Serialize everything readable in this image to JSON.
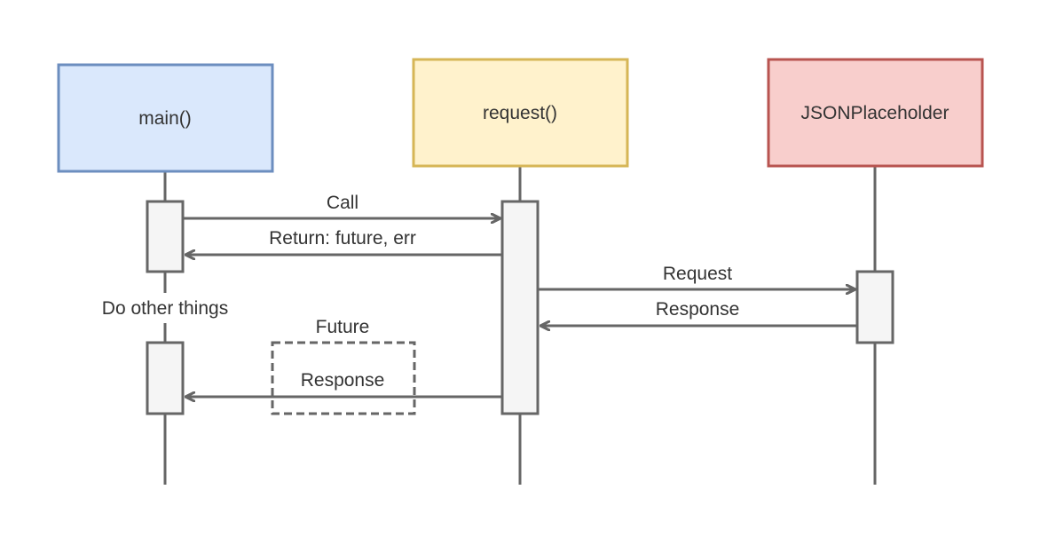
{
  "participants": [
    {
      "label": "main()",
      "fill": "#dae8fc",
      "stroke": "#6c8ebf"
    },
    {
      "label": "request()",
      "fill": "#fff2cc",
      "stroke": "#d6b656"
    },
    {
      "label": "JSONPlaceholder",
      "fill": "#f8cecc",
      "stroke": "#b85450"
    }
  ],
  "messages": {
    "call": "Call",
    "return": "Return: future, err",
    "request": "Request",
    "response": "Response",
    "future_response": "Response"
  },
  "notes": {
    "do_other_things": "Do other things",
    "future": "Future"
  },
  "colors": {
    "line": "#666666",
    "activation_fill": "#f5f5f5",
    "text": "#333333"
  }
}
